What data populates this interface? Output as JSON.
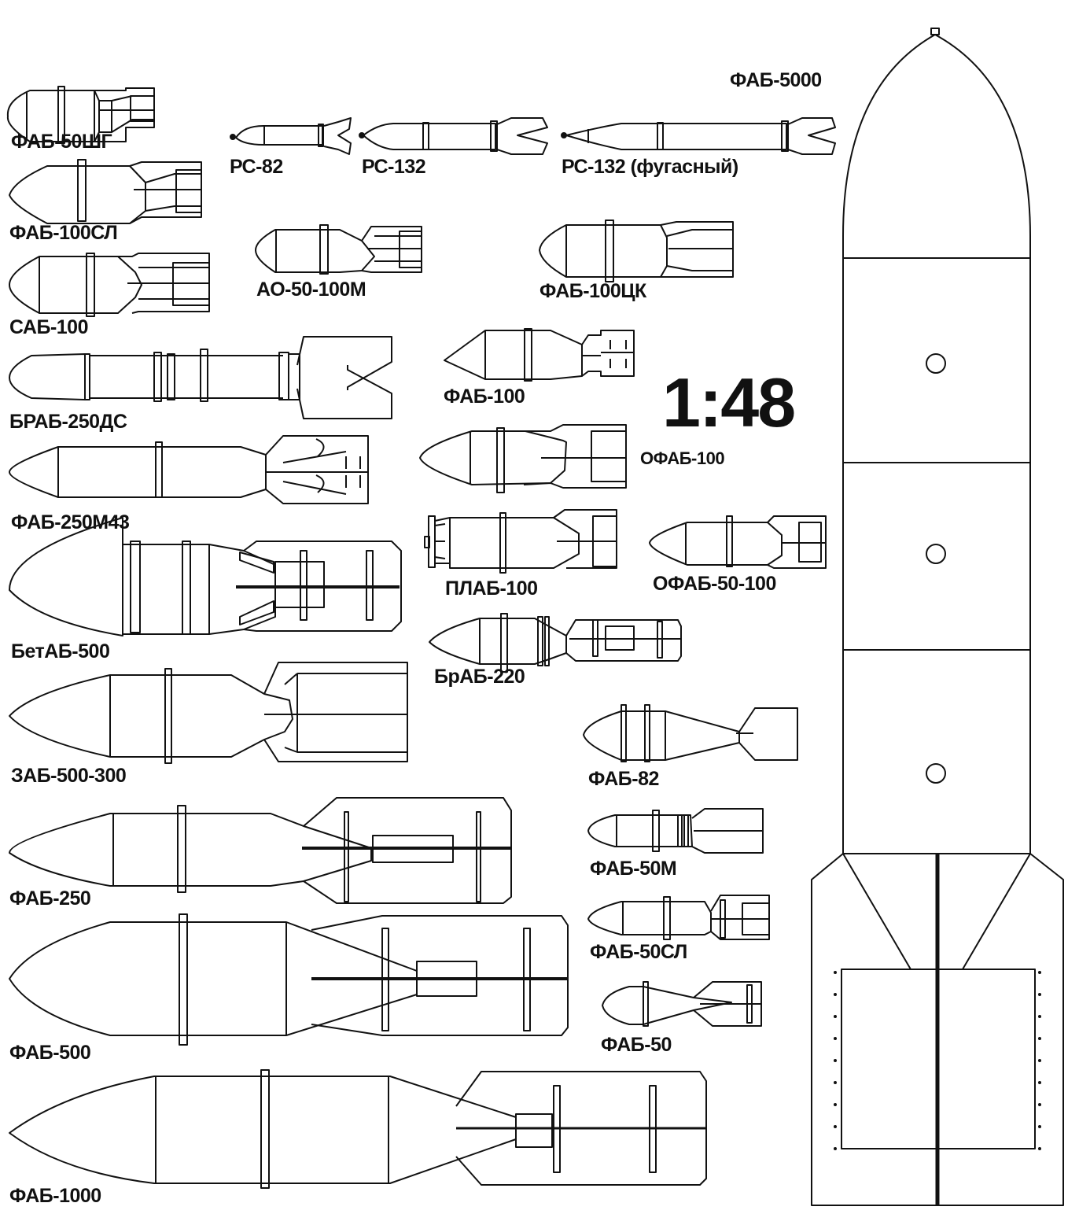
{
  "scale": "1:48",
  "drawing_style": {
    "stroke": "#111111",
    "paper": "#ffffff"
  },
  "items": [
    {
      "id": "fab50shg",
      "label": "ФАБ-50ШГ"
    },
    {
      "id": "rs82",
      "label": "РС-82"
    },
    {
      "id": "rs132",
      "label": "РС-132"
    },
    {
      "id": "rs132f",
      "label": "РС-132 (фугасный)"
    },
    {
      "id": "fab5000",
      "label": "ФАБ-5000"
    },
    {
      "id": "fab100sl",
      "label": "ФАБ-100СЛ"
    },
    {
      "id": "ao50100m",
      "label": "АО-50-100М"
    },
    {
      "id": "fab100ck",
      "label": "ФАБ-100ЦК"
    },
    {
      "id": "sab100",
      "label": "САБ-100"
    },
    {
      "id": "brab250ds",
      "label": "БРАБ-250ДС"
    },
    {
      "id": "fab100",
      "label": "ФАБ-100"
    },
    {
      "id": "ofab100",
      "label": "ОФАБ-100"
    },
    {
      "id": "fab250m43",
      "label": "ФАБ-250М43"
    },
    {
      "id": "plab100",
      "label": "ПЛАБ-100"
    },
    {
      "id": "ofab50100",
      "label": "ОФАБ-50-100"
    },
    {
      "id": "betab500",
      "label": "БетАБ-500"
    },
    {
      "id": "brab220",
      "label": "БрАБ-220"
    },
    {
      "id": "zab500300",
      "label": "ЗАБ-500-300"
    },
    {
      "id": "fab82",
      "label": "ФАБ-82"
    },
    {
      "id": "fab50m",
      "label": "ФАБ-50М"
    },
    {
      "id": "fab250",
      "label": "ФАБ-250"
    },
    {
      "id": "fab50sl",
      "label": "ФАБ-50СЛ"
    },
    {
      "id": "fab500",
      "label": "ФАБ-500"
    },
    {
      "id": "fab50",
      "label": "ФАБ-50"
    },
    {
      "id": "fab1000",
      "label": "ФАБ-1000"
    }
  ]
}
